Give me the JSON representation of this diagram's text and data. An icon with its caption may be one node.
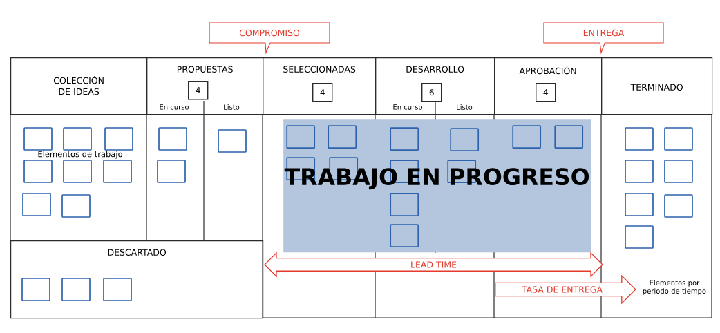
{
  "diagram": {
    "nodes": [
      {
        "text": [
          "COMPROMISO"
        ]
      },
      {
        "text": [
          "ENTREGA"
        ]
      },
      {
        "text": [
          "COLECCIÓN DE IDEAS"
        ]
      },
      {
        "text": [
          "PROPUESTAS"
        ]
      },
      {
        "text": [
          "4"
        ],
        "in": 3
      },
      {
        "text": [
          "SELECCIONADAS"
        ]
      },
      {
        "text": [
          "4"
        ],
        "in": 5
      },
      {
        "text": [
          "DESARROLLO"
        ]
      },
      {
        "text": [
          "6"
        ],
        "in": 7
      },
      {
        "text": [
          "APROBACIÓN"
        ]
      },
      {
        "text": [
          "4"
        ],
        "in": 9
      },
      {
        "text": [
          "TERMINADO"
        ]
      },
      {
        "text": [
          "DESCARTADO"
        ]
      },
      {
        "text": [
          "TRABAJO EN PROGRESO"
        ]
      },
      {
        "text": [
          "LEAD TIME"
        ]
      },
      {
        "text": [
          "TASA DE ENTREGA"
        ],
        "beside": [
          "Elementos por periodo de tiempo"
        ]
      }
    ],
    "labels": [
      "En curso",
      "Listo",
      "En curso",
      "Listo",
      "Elementos de trabajo"
    ]
  }
}
